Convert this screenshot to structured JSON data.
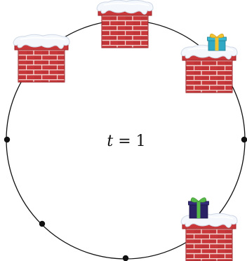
{
  "time_label": {
    "variable": "t",
    "operator": " = ",
    "value": "1"
  },
  "colors": {
    "circle_stroke": "#111111",
    "node_fill": "#111111",
    "brick": "#c8383a",
    "brick_dark": "#9a2227",
    "mortar": "#f2d6d2",
    "snow": "#f4f7fb",
    "snow_shade": "#cfd9e6",
    "gift_teal": "#2fa9c4",
    "gift_teal_ribbon": "#f1c232",
    "gift_navy": "#2b2266",
    "gift_navy_ribbon": "#57b947"
  },
  "chimneys": [
    {
      "id": "chimney-top",
      "gift": null
    },
    {
      "id": "chimney-upper-left",
      "gift": null
    },
    {
      "id": "chimney-upper-right",
      "gift": "teal"
    },
    {
      "id": "chimney-lower-right",
      "gift": "navy"
    }
  ],
  "nodes": [
    {
      "id": "node-left"
    },
    {
      "id": "node-right"
    },
    {
      "id": "node-lower-left"
    },
    {
      "id": "node-bottom"
    }
  ]
}
